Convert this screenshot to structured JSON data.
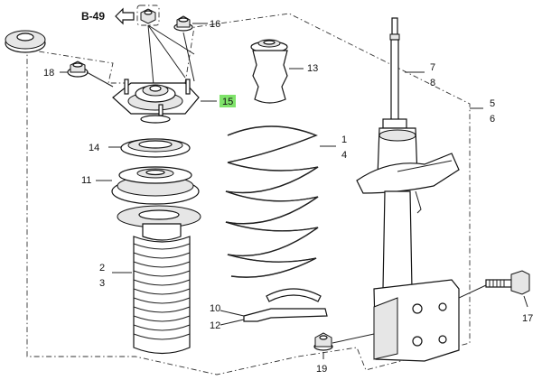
{
  "reference": {
    "text": "B-49"
  },
  "callouts": {
    "c1": "1",
    "c2": "2",
    "c3": "3",
    "c4": "4",
    "c5": "5",
    "c6": "6",
    "c7": "7",
    "c8": "8",
    "c10": "10",
    "c11": "11",
    "c12": "12",
    "c13": "13",
    "c14": "14",
    "c15": "15",
    "c16": "16",
    "c17": "17",
    "c18": "18",
    "c19": "19"
  }
}
